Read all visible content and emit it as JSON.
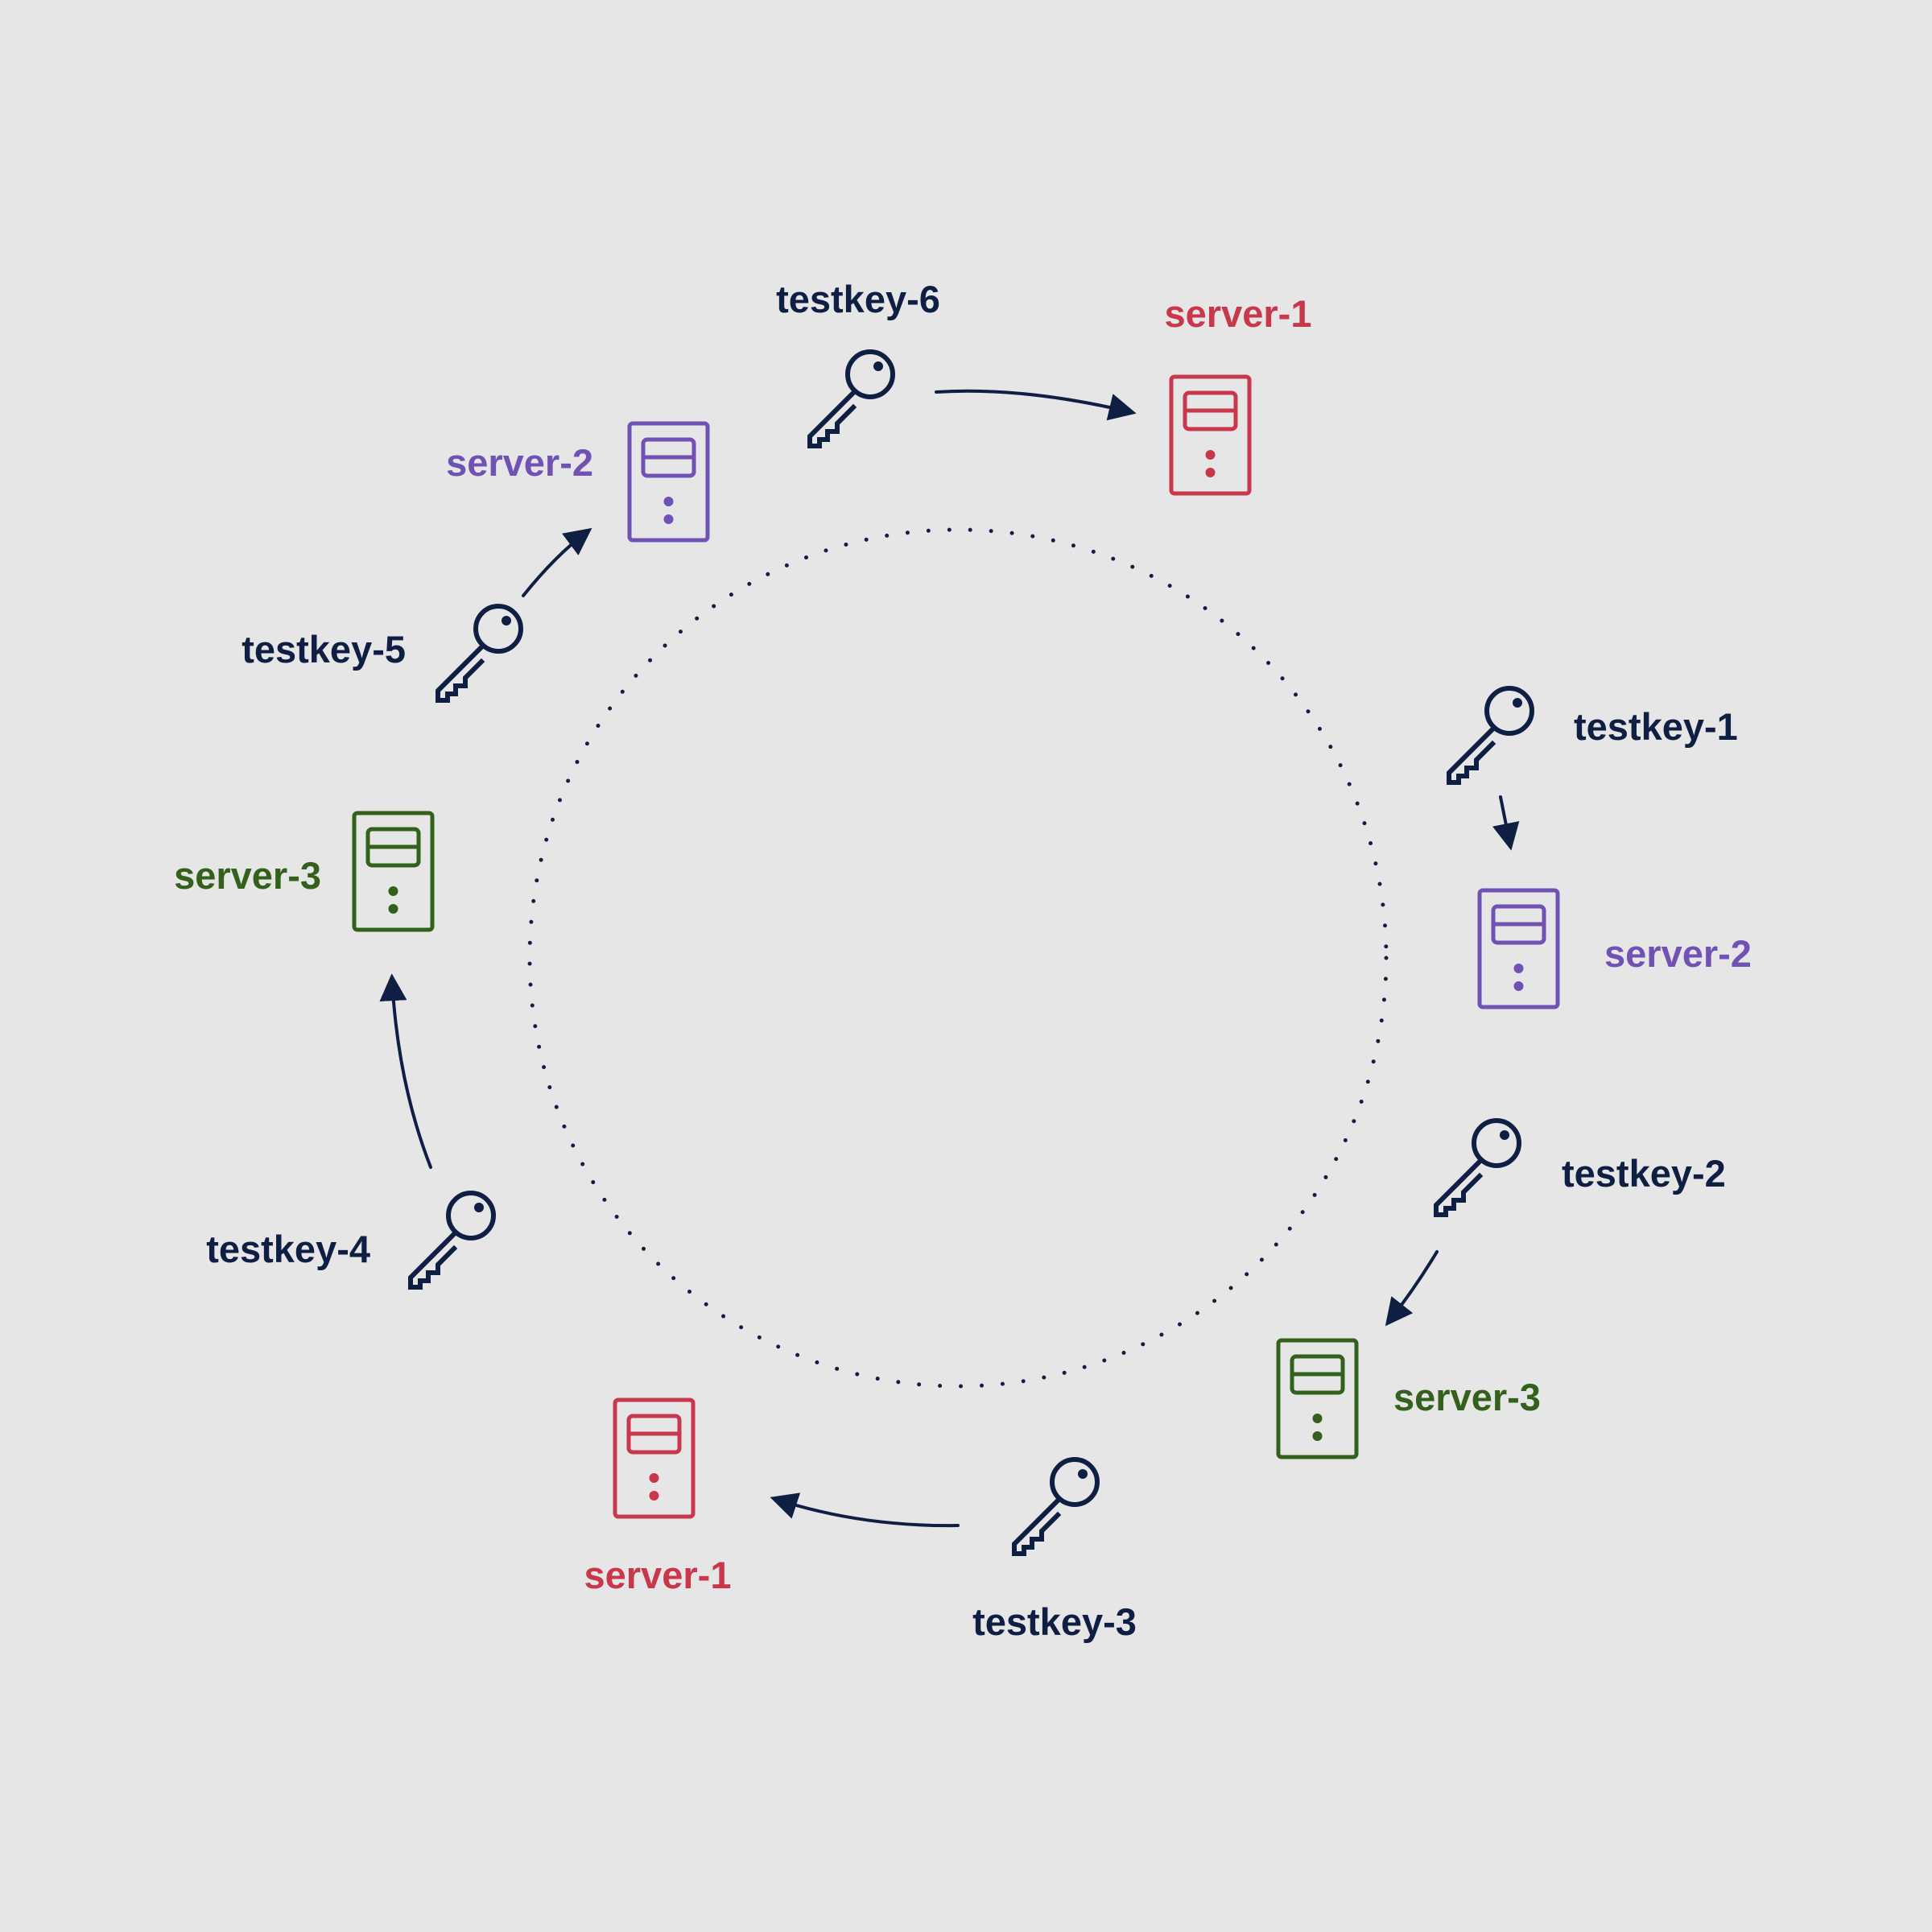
{
  "colors": {
    "background": "#e6e6e6",
    "key": "#0f1f44",
    "server-1": "#c8374b",
    "server-2": "#7052b4",
    "server-3": "#33611b"
  },
  "ring": {
    "style": "dotted",
    "color": "#0f1f44"
  },
  "keys": [
    {
      "id": "k1",
      "label": "testkey-1",
      "icon": "key-icon"
    },
    {
      "id": "k2",
      "label": "testkey-2",
      "icon": "key-icon"
    },
    {
      "id": "k3",
      "label": "testkey-3",
      "icon": "key-icon"
    },
    {
      "id": "k4",
      "label": "testkey-4",
      "icon": "key-icon"
    },
    {
      "id": "k5",
      "label": "testkey-5",
      "icon": "key-icon"
    },
    {
      "id": "k6",
      "label": "testkey-6",
      "icon": "key-icon"
    }
  ],
  "servers": [
    {
      "id": "s1-top",
      "label": "server-1",
      "server": "server-1",
      "icon": "server-icon"
    },
    {
      "id": "s2-right",
      "label": "server-2",
      "server": "server-2",
      "icon": "server-icon"
    },
    {
      "id": "s3-right",
      "label": "server-3",
      "server": "server-3",
      "icon": "server-icon"
    },
    {
      "id": "s1-bottom",
      "label": "server-1",
      "server": "server-1",
      "icon": "server-icon"
    },
    {
      "id": "s3-left",
      "label": "server-3",
      "server": "server-3",
      "icon": "server-icon"
    },
    {
      "id": "s2-left",
      "label": "server-2",
      "server": "server-2",
      "icon": "server-icon"
    }
  ],
  "assignments": [
    {
      "key": "testkey-1",
      "server": "server-2"
    },
    {
      "key": "testkey-2",
      "server": "server-3"
    },
    {
      "key": "testkey-3",
      "server": "server-1"
    },
    {
      "key": "testkey-4",
      "server": "server-3"
    },
    {
      "key": "testkey-5",
      "server": "server-2"
    },
    {
      "key": "testkey-6",
      "server": "server-1"
    }
  ]
}
